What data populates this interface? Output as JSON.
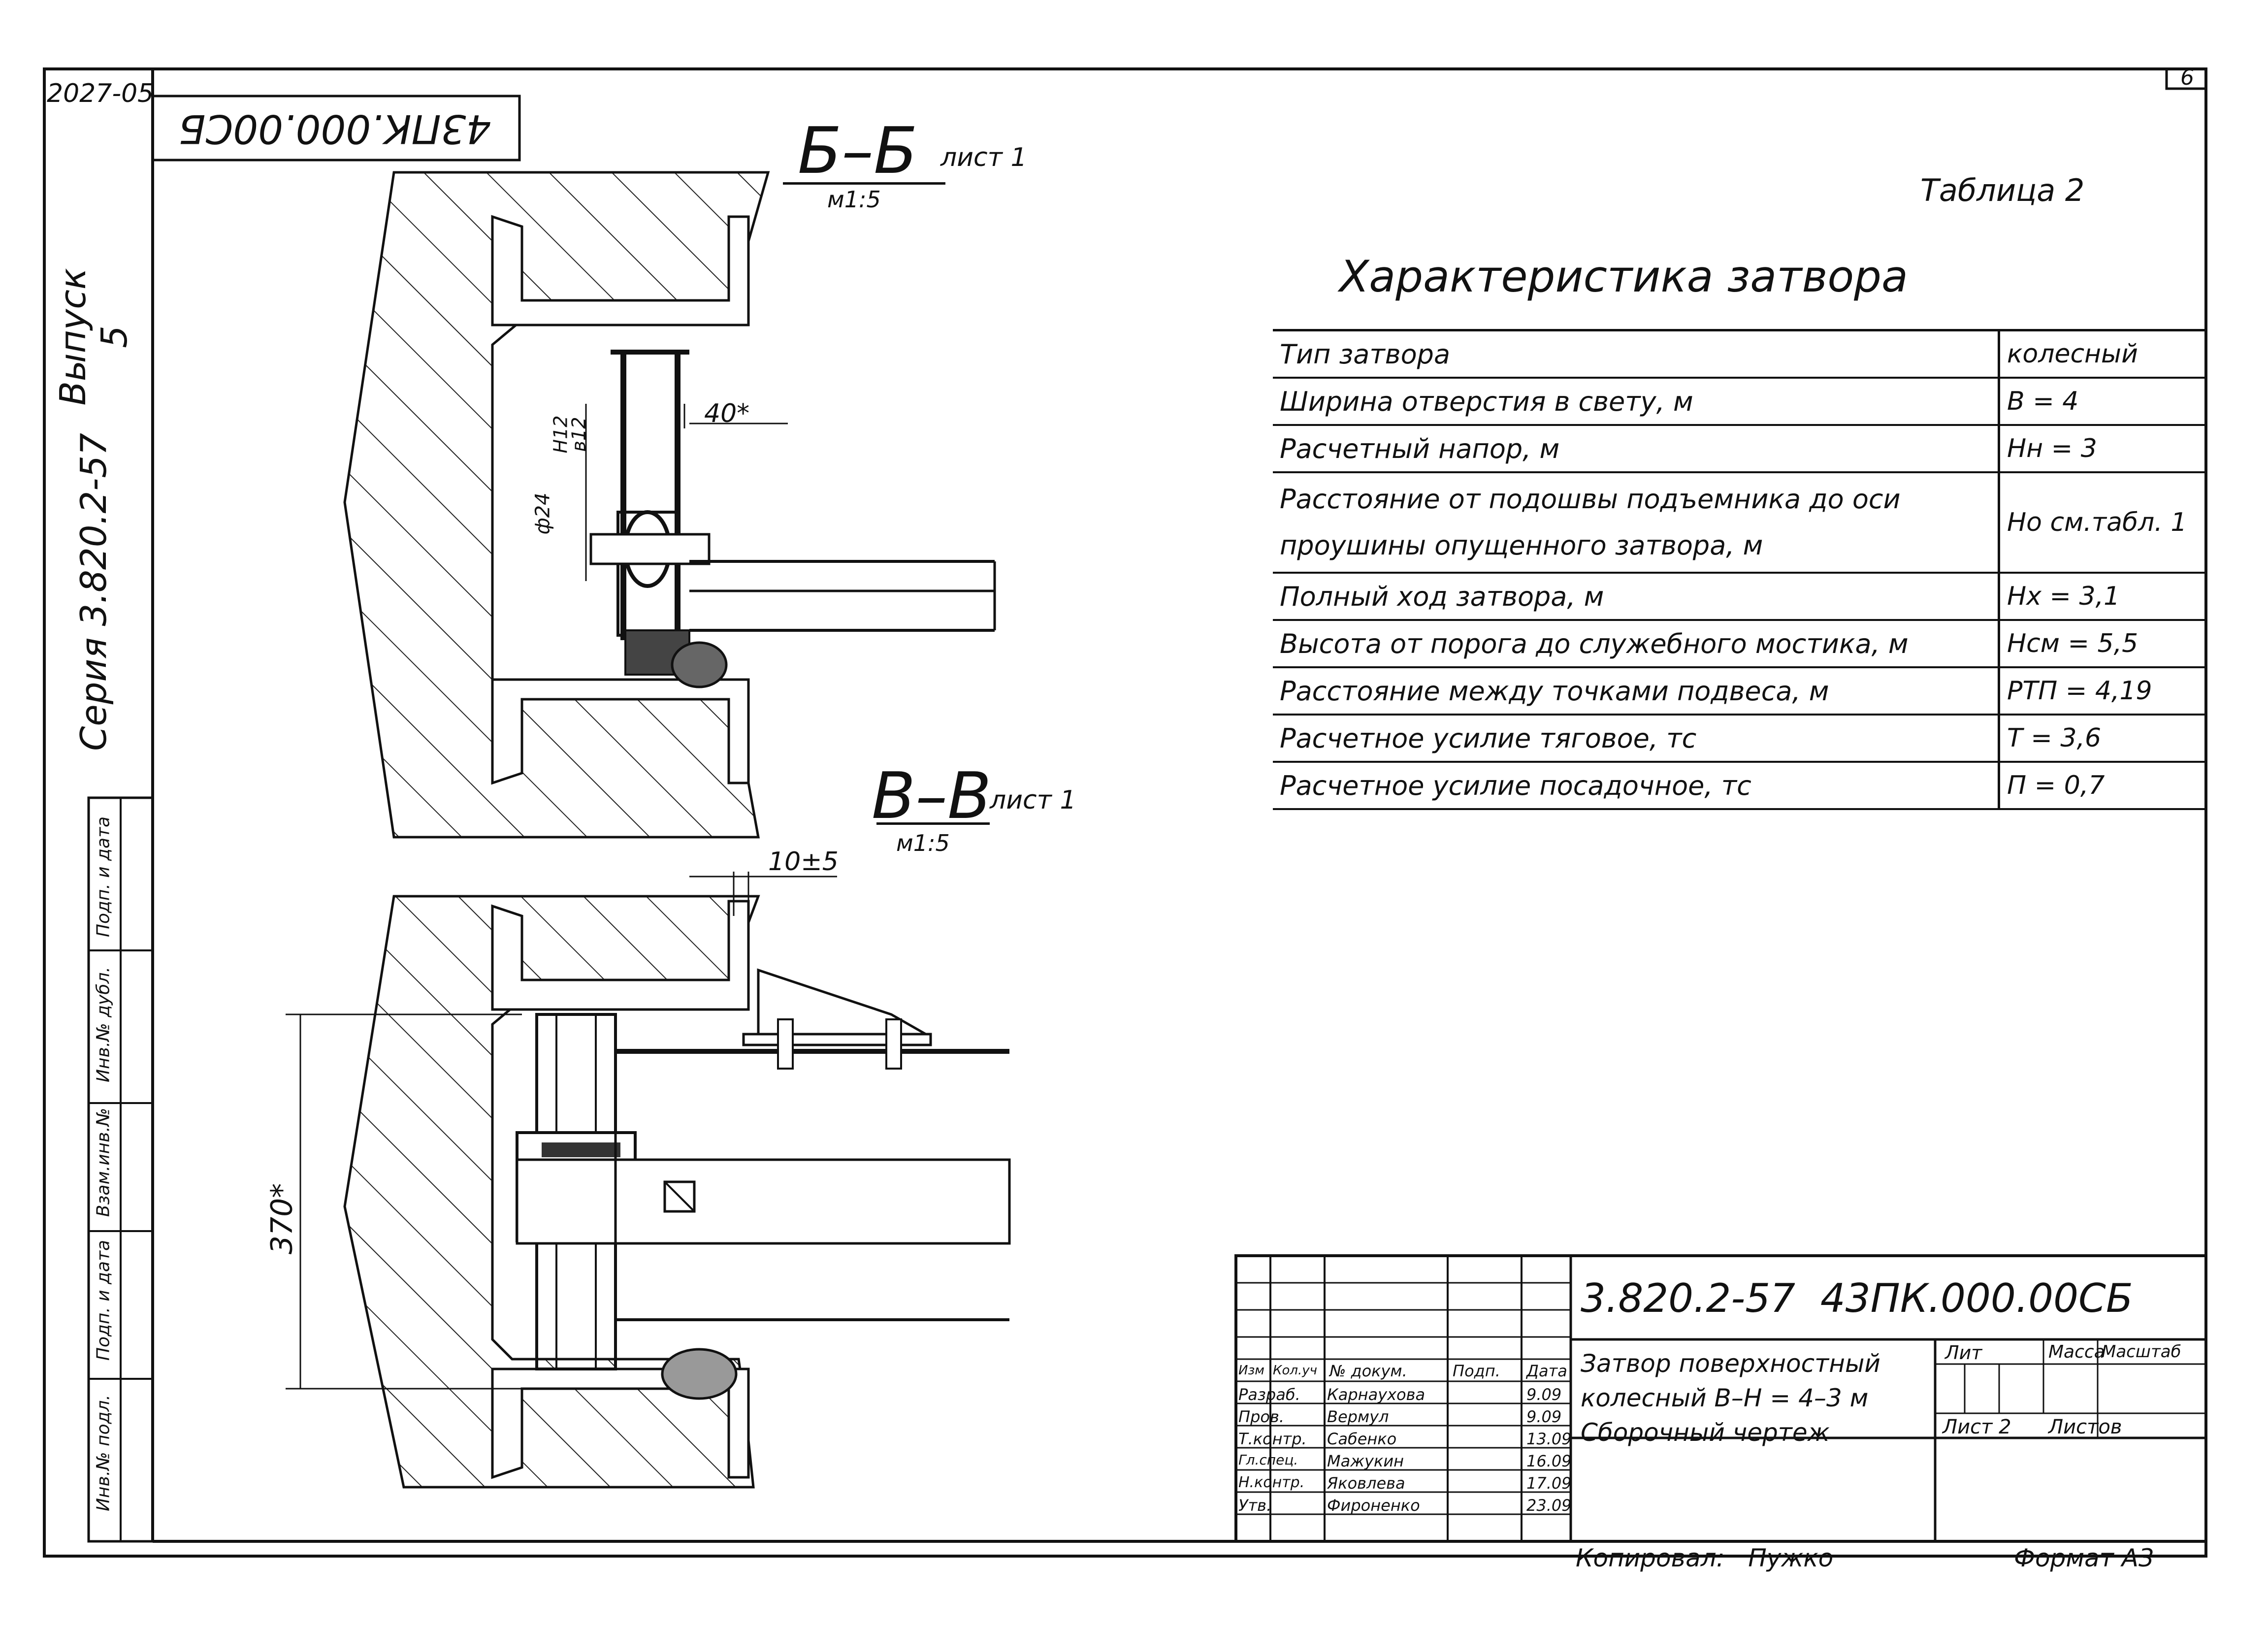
{
  "corner_code": "2027-05",
  "sheet_number": "6",
  "stamp_code": "43ПК.000.00СБ",
  "side_series": "Серия 3.820.2-57",
  "side_issue": "Выпуск 5",
  "section_bb": {
    "label": "Б–Б",
    "sheet_ref": "лист 1",
    "scale": "м1:5"
  },
  "section_vv": {
    "label": "В–В",
    "sheet_ref": "лист 1",
    "scale": "м1:5"
  },
  "dims": {
    "d1": "40*",
    "d2": "ф24",
    "d3": "Н12",
    "d4": "в12",
    "d5": "10±5",
    "d6": "370*"
  },
  "table_caption": "Таблица 2",
  "table_title": "Характеристика затвора",
  "table_rows": [
    {
      "name": "Тип затвора",
      "value": "колесный"
    },
    {
      "name": "Ширина отверстия в свету, м",
      "value": "В = 4"
    },
    {
      "name": "Расчетный напор, м",
      "value": "Нн = 3"
    },
    {
      "name": "Расстояние от подошвы подъемника до оси проушины опущенного затвора, м",
      "value": "Но см.табл. 1"
    },
    {
      "name": "Полный ход затвора, м",
      "value": "Нх = 3,1"
    },
    {
      "name": "Высота от порога до служебного мостика, м",
      "value": "Нсм = 5,5"
    },
    {
      "name": "Расстояние между точками подвеса, м",
      "value": "РТП = 4,19"
    },
    {
      "name": "Расчетное усилие тяговое, тс",
      "value": "Т = 3,6"
    },
    {
      "name": "Расчетное усилие посадочное, тс",
      "value": "П = 0,7"
    }
  ],
  "title_block": {
    "doc_code": "3.820.2-57  43ПК.000.00СБ",
    "title_line1": "Затвор поверхностный",
    "title_line2": "колесный В–Н = 4–3 м",
    "title_line3": "Сборочный чертеж",
    "col_headers": [
      "Изм",
      "Кол.уч",
      "№ докум.",
      "Подп.",
      "Дата"
    ],
    "rows": [
      {
        "role": "Разраб.",
        "name": "Карнаухова",
        "date": "9.09"
      },
      {
        "role": "Пров.",
        "name": "Вермул",
        "date": "9.09"
      },
      {
        "role": "Т.контр.",
        "name": "Сабенко",
        "date": "13.09"
      },
      {
        "role": "Гл.спец.",
        "name": "Мажукин",
        "date": "16.09"
      },
      {
        "role": "Н.контр.",
        "name": "Яковлева",
        "date": "17.09"
      },
      {
        "role": "Утв.",
        "name": "Фироненко",
        "date": "23.09"
      }
    ],
    "lit_label": "Лит",
    "mass_label": "Масса",
    "scale_label": "Масштаб",
    "sheet_label": "Лист 2",
    "sheets_label": "Листов"
  },
  "side_stamps": [
    "Инв.№ подл.",
    "Подп. и дата",
    "Взам.инв.№",
    "Инв.№ дубл.",
    "Подп. и дата"
  ],
  "copied_by": "Копировал:   Пужко",
  "format": "Формат А3"
}
